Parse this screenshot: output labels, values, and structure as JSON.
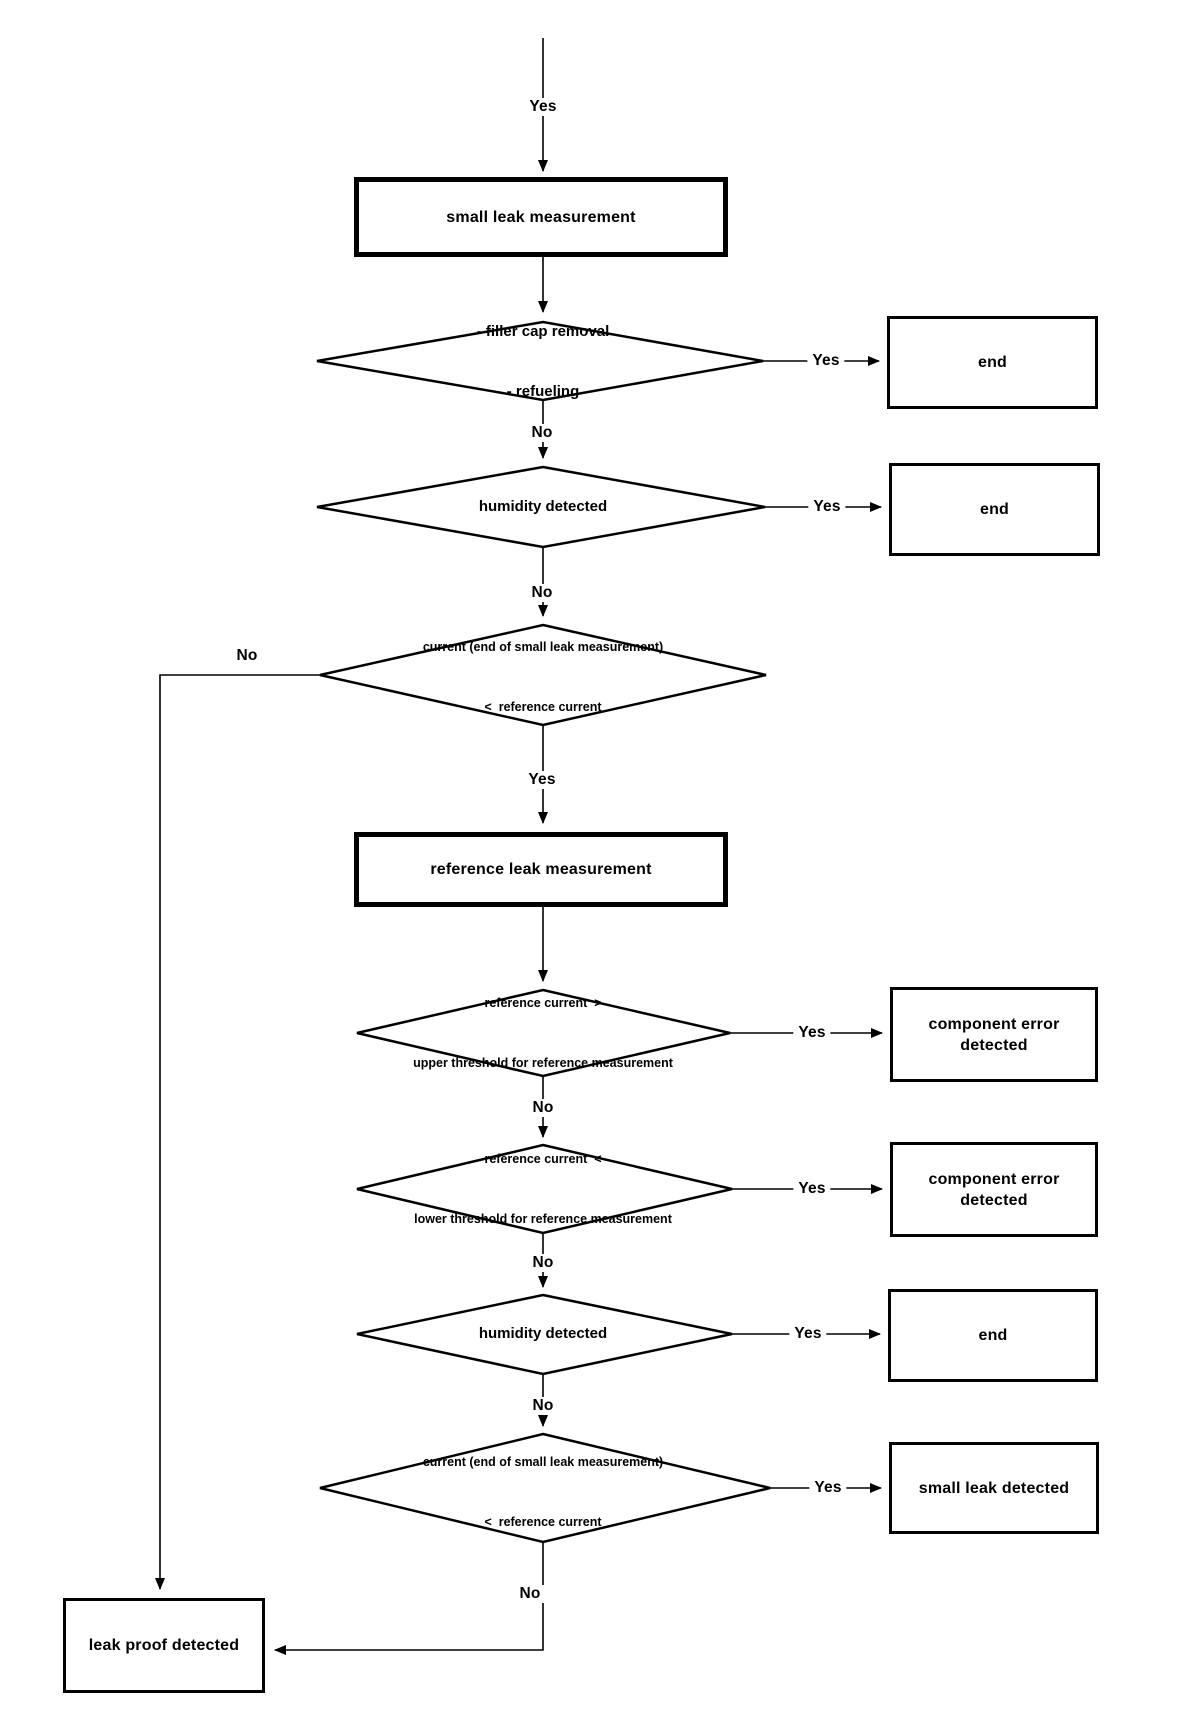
{
  "diagram": {
    "description": "fuel system small leak / reference leak measurement flowchart",
    "colors": {
      "ink": "#000000",
      "paper": "#ffffff"
    }
  },
  "nodes": {
    "small_leak_box": {
      "label": "small leak measurement"
    },
    "filler_cap_diamond": {
      "line1": "- filler cap removal",
      "line2": "- refueling"
    },
    "end_box_1": {
      "label": "end"
    },
    "humidity_diamond_1": {
      "label": "humidity detected"
    },
    "end_box_2": {
      "label": "end"
    },
    "current_diamond_1": {
      "line1": "current (end of small leak measurement)",
      "line2": "<  reference current"
    },
    "reference_leak_box": {
      "label": "reference leak measurement"
    },
    "upper_threshold_diamond": {
      "line1": "reference current  >",
      "line2": "upper threshold for reference measurement"
    },
    "component_error_box_1": {
      "line1": "component error",
      "line2": "detected"
    },
    "lower_threshold_diamond": {
      "line1": "reference current  <",
      "line2": "lower threshold for reference measurement"
    },
    "component_error_box_2": {
      "line1": "component error",
      "line2": "detected"
    },
    "humidity_diamond_2": {
      "label": "humidity detected"
    },
    "end_box_3": {
      "label": "end"
    },
    "current_diamond_2": {
      "line1": "current (end of small leak measurement)",
      "line2": "<  reference current"
    },
    "small_leak_detected_box": {
      "label": "small leak detected"
    },
    "leak_proof_box": {
      "label": "leak proof detected"
    }
  },
  "edges": {
    "start_yes": "Yes",
    "d1_yes": "Yes",
    "d1_no": "No",
    "d2_yes": "Yes",
    "d2_no": "No",
    "d3_yes": "Yes",
    "d3_no": "No",
    "d4_yes": "Yes",
    "d4_no": "No",
    "d5_yes": "Yes",
    "d5_no": "No",
    "d6_yes": "Yes",
    "d6_no": "No",
    "d7_yes": "Yes",
    "d7_no": "No"
  }
}
